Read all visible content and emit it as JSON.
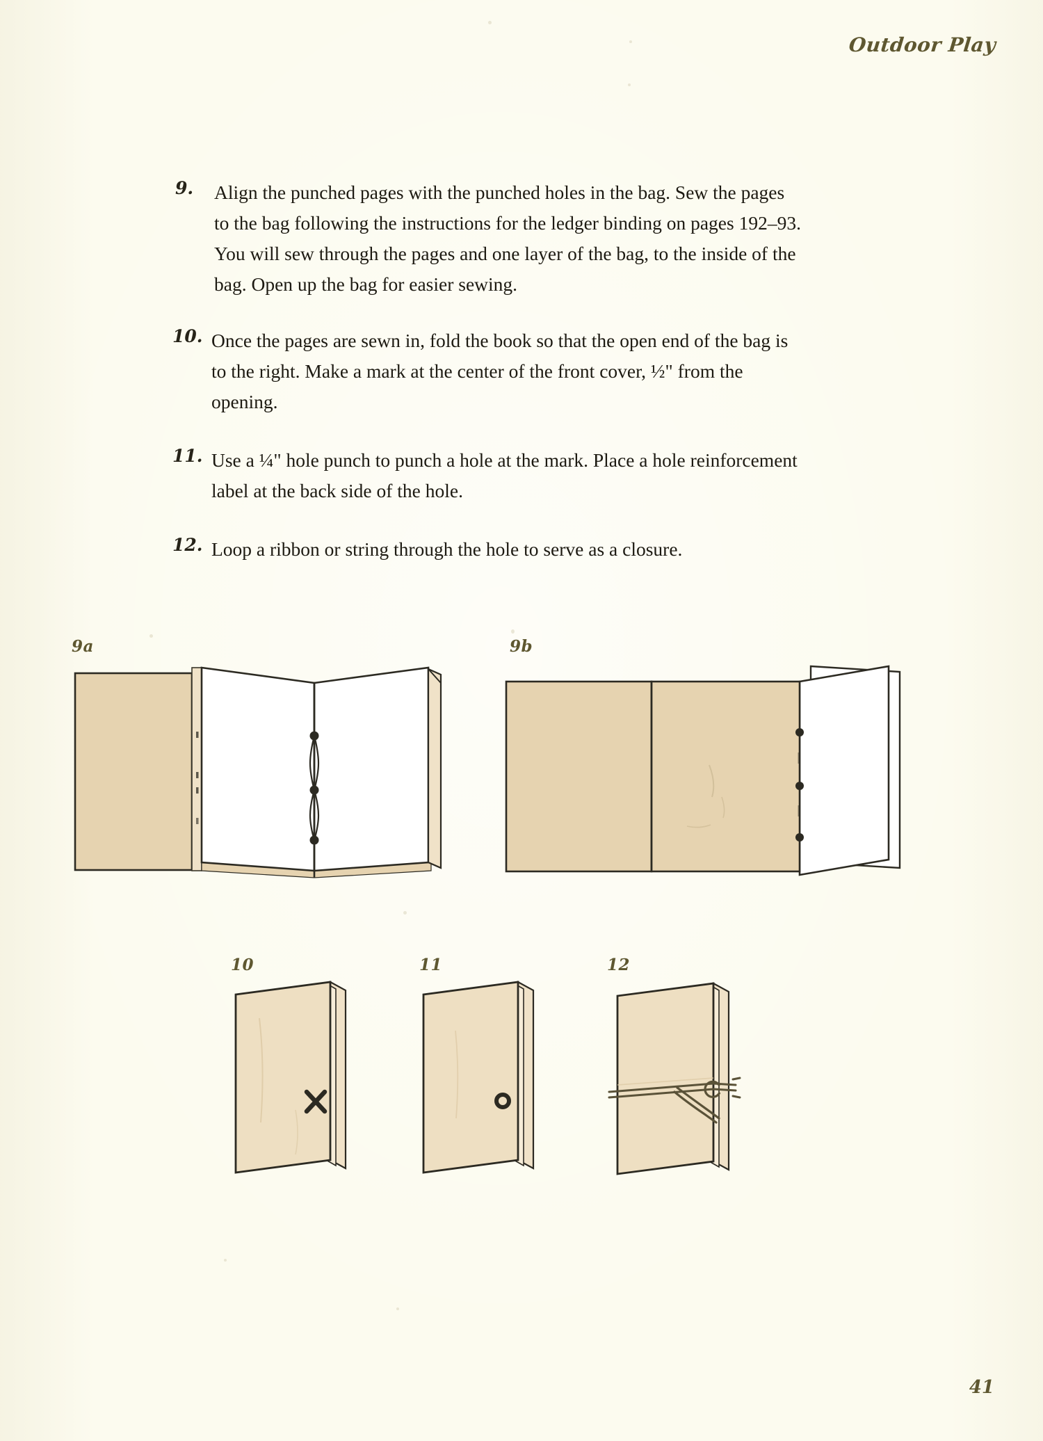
{
  "header": {
    "running_head": "Outdoor Play"
  },
  "steps": [
    {
      "number": "9.",
      "text": "Align the punched pages with the punched holes in the bag. Sew the pages to the bag following the instructions for the ledger binding on pages 192–93. You will sew through the pages and one layer of the bag, to the inside of the bag. Open up the bag for easier sewing."
    },
    {
      "number": "10.",
      "text": "Once the pages are sewn in, fold the book so that the open end of the bag is to the right. Make a mark at the center of the front cover, ½\" from the opening."
    },
    {
      "number": "11.",
      "text": "Use a ¼\" hole punch to punch a hole at the mark. Place a hole reinforcement label at the back side of the hole."
    },
    {
      "number": "12.",
      "text": "Loop a ribbon or string through the hole to serve as a closure."
    }
  ],
  "figures": [
    {
      "label": "9a",
      "caption_id": "figure-9a",
      "description": "Bag opened flat with white sewn pages standing open, three stitch knots along the spine"
    },
    {
      "label": "9b",
      "caption_id": "figure-9b",
      "description": "Bag seen from the outside, fold line at left, three stitch dots at the spine, white pages at right"
    },
    {
      "label": "10",
      "caption_id": "figure-10",
      "description": "Folded book with an X mark near the right edge at center height"
    },
    {
      "label": "11",
      "caption_id": "figure-11",
      "description": "Folded book with a punched hole and reinforcement ring near the right edge"
    },
    {
      "label": "12",
      "caption_id": "figure-12",
      "description": "Folded book with a ribbon looped through the hole and tied as a closure"
    }
  ],
  "folio": {
    "page_number": "41"
  },
  "colors": {
    "paper": "#fcfbef",
    "bag_tan": "#e6d3b0",
    "bag_tan_light": "#f0e2c8",
    "ink": "#2c2a22",
    "accent_olive": "#5e5730",
    "page_white": "#ffffff"
  }
}
